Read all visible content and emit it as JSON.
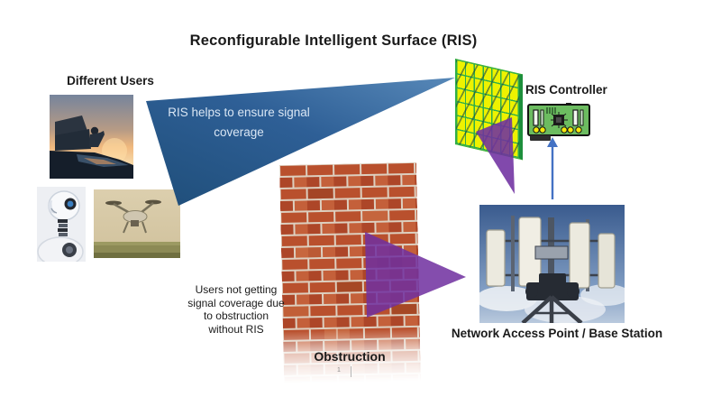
{
  "title": "Reconfigurable Intelligent Surface (RIS)",
  "labels": {
    "different_users": "Different Users",
    "ris_controller": "RIS Controller",
    "obstruction": "Obstruction",
    "base_station": "Network Access Point / Base Station",
    "slide_number": "1"
  },
  "annotations": {
    "beam_text": "RIS helps to ensure signal coverage",
    "blocked_text": "Users not getting signal coverage due to obstruction without RIS"
  },
  "photos": {
    "user_on_car": "person-on-car-at-sunset",
    "robot": "humanoid-robot",
    "drone": "quadcopter-drone",
    "brick_wall": "brick-wall",
    "cell_tower": "cellular-antenna-tower"
  },
  "icons": {
    "ris_panel": "ris-metasurface-panel",
    "controller_board": "circuit-board",
    "up_arrow": "up-arrow",
    "coverage_beam": "ris-to-users-beam",
    "ris_feed_beam": "base-station-to-ris-beam",
    "blocked_beam": "blocked-signal-beam"
  },
  "colors": {
    "beam_blue_light": "#5788b8",
    "beam_blue_dark": "#1f4e79",
    "purple_beam": "#7030a0",
    "arrow_blue": "#4472c4",
    "panel_yellow": "#eef200",
    "panel_green": "#2fae4a",
    "pcb_green": "#6cbc60",
    "brick_red": "#b9502d",
    "text_black": "#1a1a1a"
  }
}
